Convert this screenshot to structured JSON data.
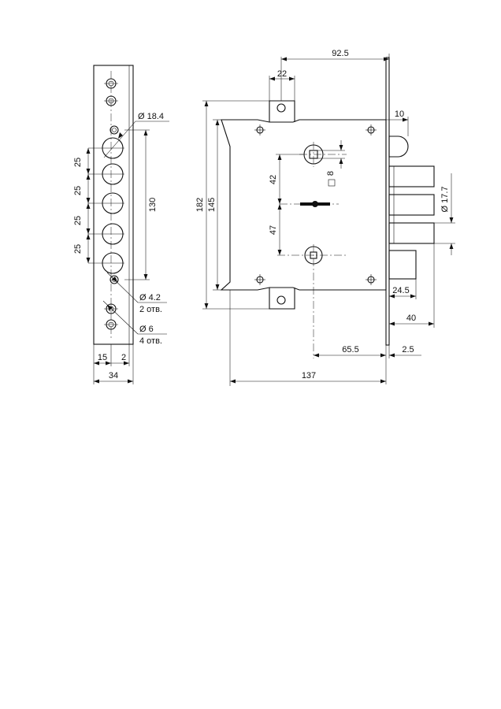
{
  "labels": {
    "hole_18_4": "Ø 18.4",
    "hole_4_2": "Ø 4.2",
    "hole_4_2_note": "2 отв.",
    "hole_6": "Ø 6",
    "hole_6_note": "4 отв.",
    "pitch_1": "25",
    "pitch_2": "25",
    "pitch_3": "25",
    "pitch_4": "25",
    "span_130": "130",
    "plate_15": "15",
    "plate_2": "2",
    "plate_34": "34",
    "body_92_5": "92.5",
    "body_22": "22",
    "body_10": "10",
    "body_182": "182",
    "body_145": "145",
    "body_42": "42",
    "body_47": "47",
    "square_8": "8",
    "bolt_17_7": "Ø 17.7",
    "bolt_24_5": "24.5",
    "bolt_40": "40",
    "body_65_5": "65.5",
    "body_2_5": "2.5",
    "body_137": "137"
  }
}
